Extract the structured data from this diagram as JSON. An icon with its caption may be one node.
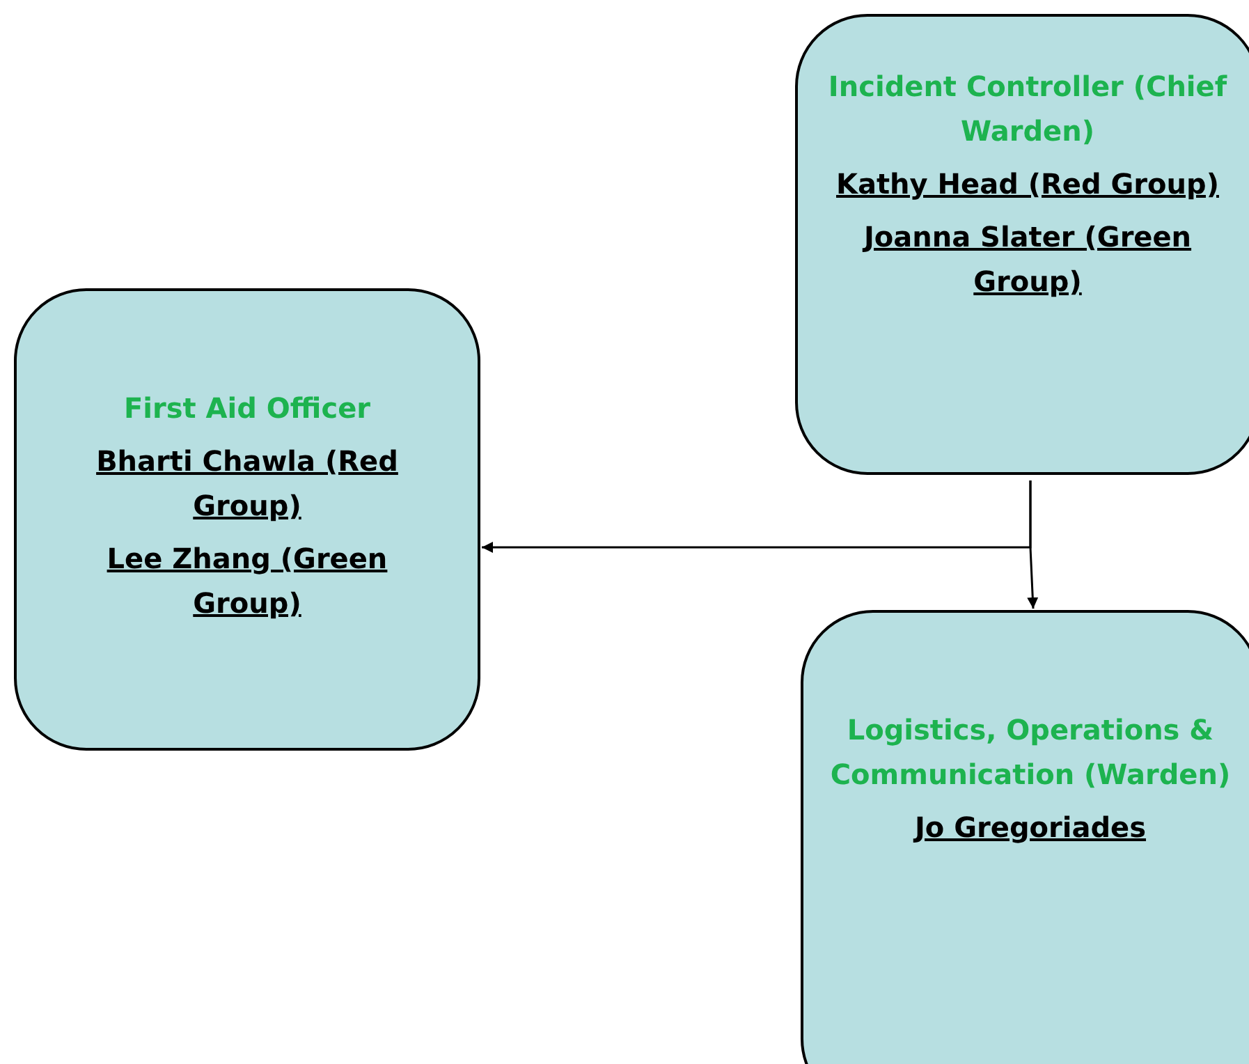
{
  "diagram": {
    "nodes": [
      {
        "text": [
          "Incident Controller (Chief Warden)",
          "Kathy Head (Red Group)",
          "Joanna Slater (Green Group)"
        ]
      },
      {
        "text": [
          "First Aid Officer",
          "Bharti Chawla (Red Group)",
          "Lee Zhang (Green Group)"
        ]
      },
      {
        "text": [
          "Logistics, Operations & Communication (Warden)",
          "Jo Gregoriades"
        ]
      }
    ],
    "edges": [
      {
        "from": 0,
        "to": 1,
        "arrow": "to"
      },
      {
        "from": 0,
        "to": 2,
        "arrow": "to"
      }
    ]
  }
}
